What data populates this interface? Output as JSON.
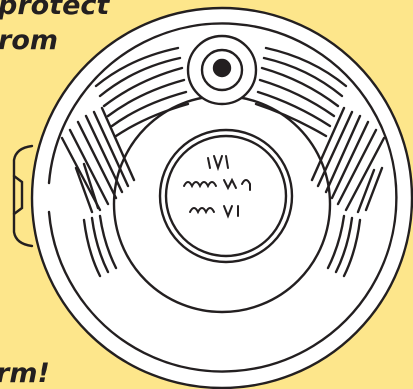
{
  "text": {
    "line_1": "protect",
    "line_2": "rom",
    "line_3": "rm!"
  },
  "drawing": {
    "subject": "amulet-disc",
    "center_inscription_lines": [
      "ıvi",
      "ᴥɱᴠɱ ᴠɡɤ",
      "ᴍɱɤ ɤ"
    ]
  },
  "colors": {
    "background": "#fde68b",
    "ink": "#231f20",
    "disc": "#ffffff"
  }
}
